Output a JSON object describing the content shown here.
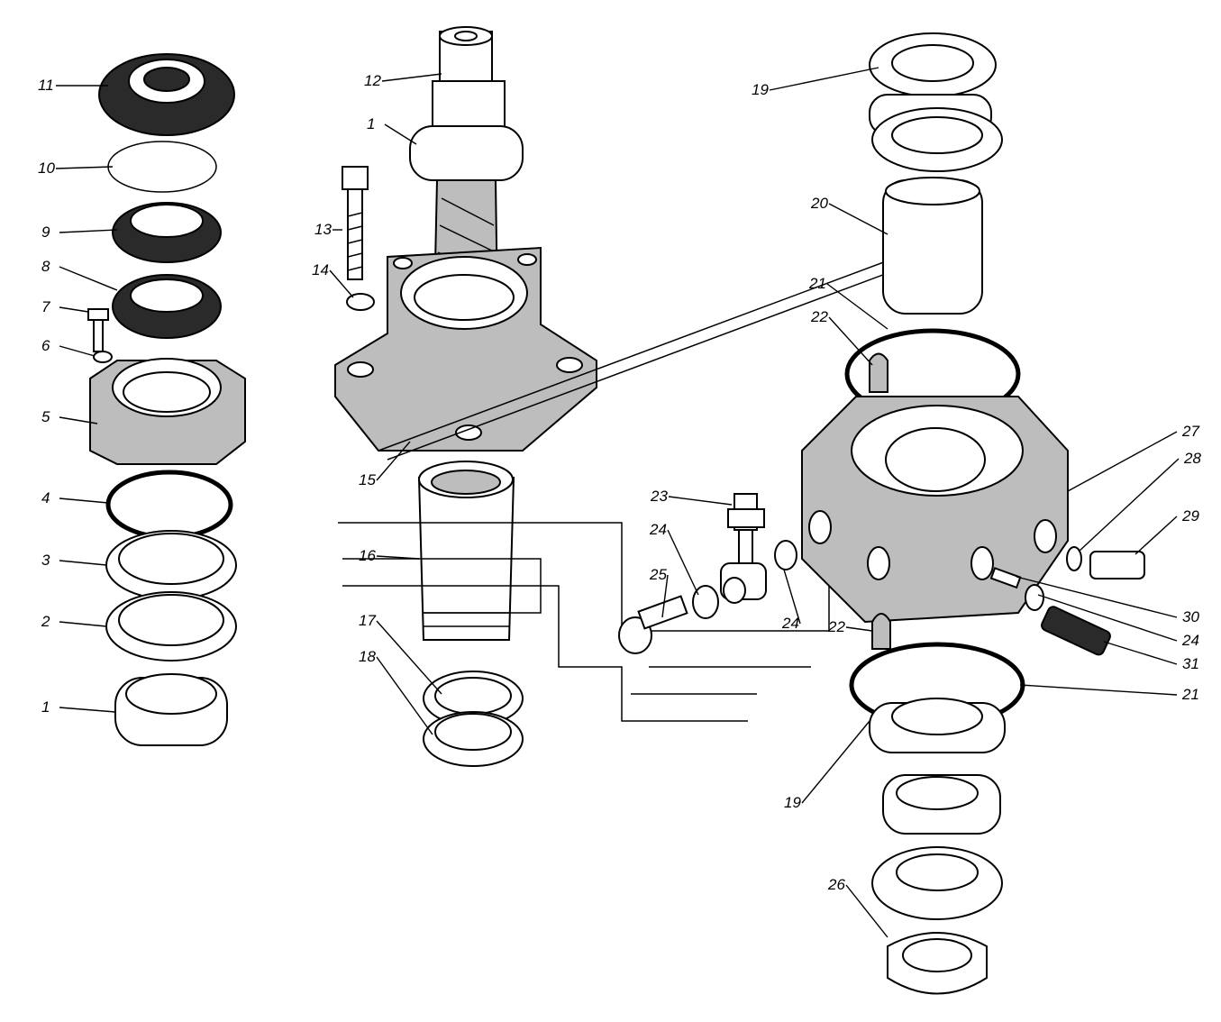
{
  "title": "Exploded view of steering gear assembly",
  "labels": [
    {
      "text": "11"
    },
    {
      "text": "10"
    },
    {
      "text": "9"
    },
    {
      "text": "8"
    },
    {
      "text": "7"
    },
    {
      "text": "6"
    },
    {
      "text": "5"
    },
    {
      "text": "4"
    },
    {
      "text": "3"
    },
    {
      "text": "2"
    },
    {
      "text": "1"
    },
    {
      "text": "12"
    },
    {
      "text": "1"
    },
    {
      "text": "13"
    },
    {
      "text": "14"
    },
    {
      "text": "15"
    },
    {
      "text": "16"
    },
    {
      "text": "17"
    },
    {
      "text": "18"
    },
    {
      "text": "19"
    },
    {
      "text": "20"
    },
    {
      "text": "21"
    },
    {
      "text": "22"
    },
    {
      "text": "23"
    },
    {
      "text": "24"
    },
    {
      "text": "25"
    },
    {
      "text": "24"
    },
    {
      "text": "27"
    },
    {
      "text": "28"
    },
    {
      "text": "29"
    },
    {
      "text": "30"
    },
    {
      "text": "24"
    },
    {
      "text": "31"
    },
    {
      "text": "21"
    },
    {
      "text": "22"
    },
    {
      "text": "19"
    },
    {
      "text": "26"
    }
  ]
}
